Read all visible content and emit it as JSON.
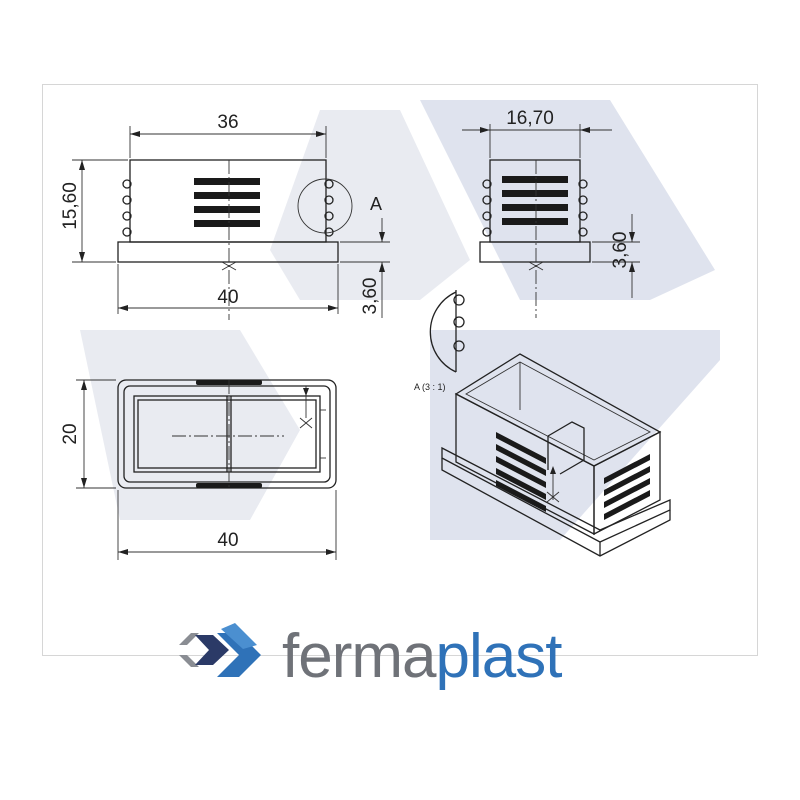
{
  "drawing": {
    "dims": {
      "top_width": "36",
      "left_height": "15,60",
      "front_base_width": "40",
      "front_base_height": "3,60",
      "detail_marker": "A",
      "side_width": "16,70",
      "side_base_height": "3,60",
      "plan_height": "20",
      "plan_width": "40",
      "detail_label": "A (3 : 1)"
    }
  },
  "brand": {
    "name_part1": "ferma",
    "name_part2": "plast",
    "colors": {
      "gray": "#6f7278",
      "blue": "#2f72b8",
      "navy": "#2b3a67"
    }
  }
}
